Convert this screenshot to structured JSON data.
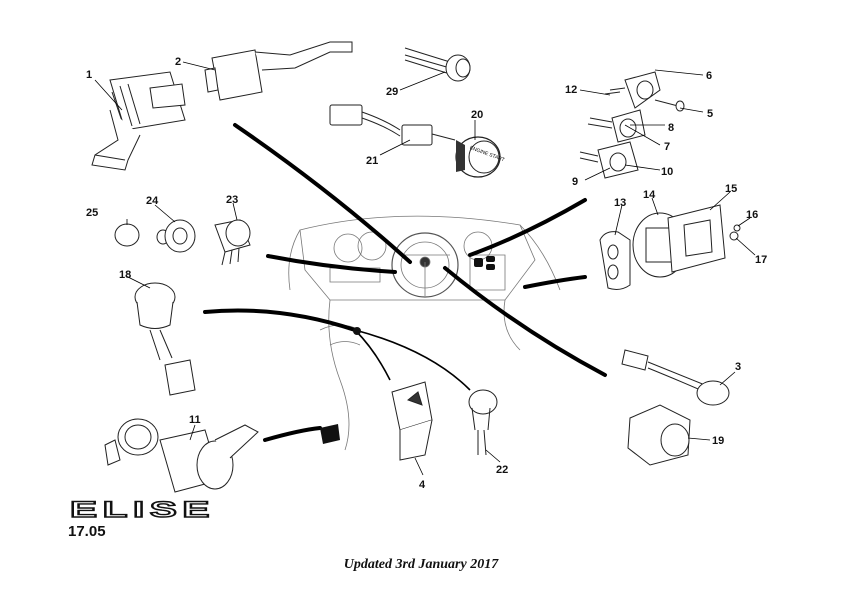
{
  "diagram": {
    "brand_logo": "ELISE",
    "section_number": "17.05",
    "updated": "Updated 3rd January 2017",
    "part_labels": {
      "p1": "1",
      "p2": "2",
      "p3": "3",
      "p4": "4",
      "p5": "5",
      "p6": "6",
      "p7": "7",
      "p8": "8",
      "p9": "9",
      "p10": "10",
      "p11": "11",
      "p12": "12",
      "p13": "13",
      "p14": "14",
      "p15": "15",
      "p16": "16",
      "p17": "17",
      "p18": "18",
      "p19": "19",
      "p20": "20",
      "p21": "21",
      "p22": "22",
      "p23": "23",
      "p24": "24",
      "p25": "25",
      "p29": "29"
    },
    "engine_start_text": "ENGINE START"
  }
}
